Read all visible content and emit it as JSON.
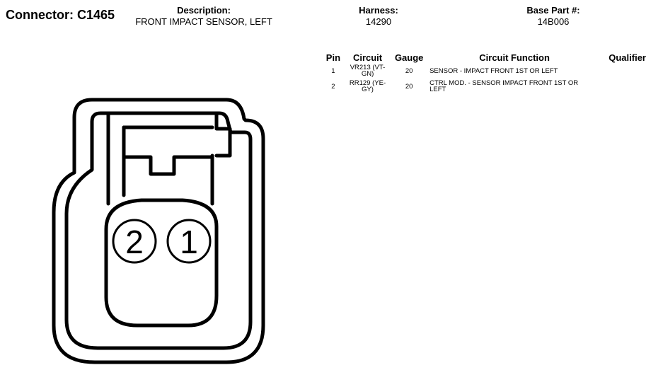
{
  "connector": {
    "title": "Connector: C1465"
  },
  "header": {
    "description_label": "Description:",
    "description_value": "FRONT IMPACT SENSOR, LEFT",
    "harness_label": "Harness:",
    "harness_value": "14290",
    "base_part_label": "Base Part #:",
    "base_part_value": "14B006"
  },
  "table": {
    "columns": {
      "pin": "Pin",
      "circuit": "Circuit",
      "gauge": "Gauge",
      "function": "Circuit Function",
      "qualifier": "Qualifier"
    },
    "rows": [
      {
        "pin": "1",
        "circuit_line1": "VR213 (VT-",
        "circuit_line2": "GN)",
        "gauge": "20",
        "function_line1": "SENSOR - IMPACT FRONT 1ST OR LEFT",
        "function_line2": "",
        "qualifier": ""
      },
      {
        "pin": "2",
        "circuit_line1": "RR129 (YE-",
        "circuit_line2": "GY)",
        "gauge": "20",
        "function_line1": "CTRL MOD. - SENSOR IMPACT FRONT 1ST OR",
        "function_line2": "LEFT",
        "qualifier": ""
      }
    ]
  },
  "diagram": {
    "pin_left_label": "2",
    "pin_right_label": "1",
    "stroke_color": "#000000",
    "fill_color": "#ffffff"
  }
}
